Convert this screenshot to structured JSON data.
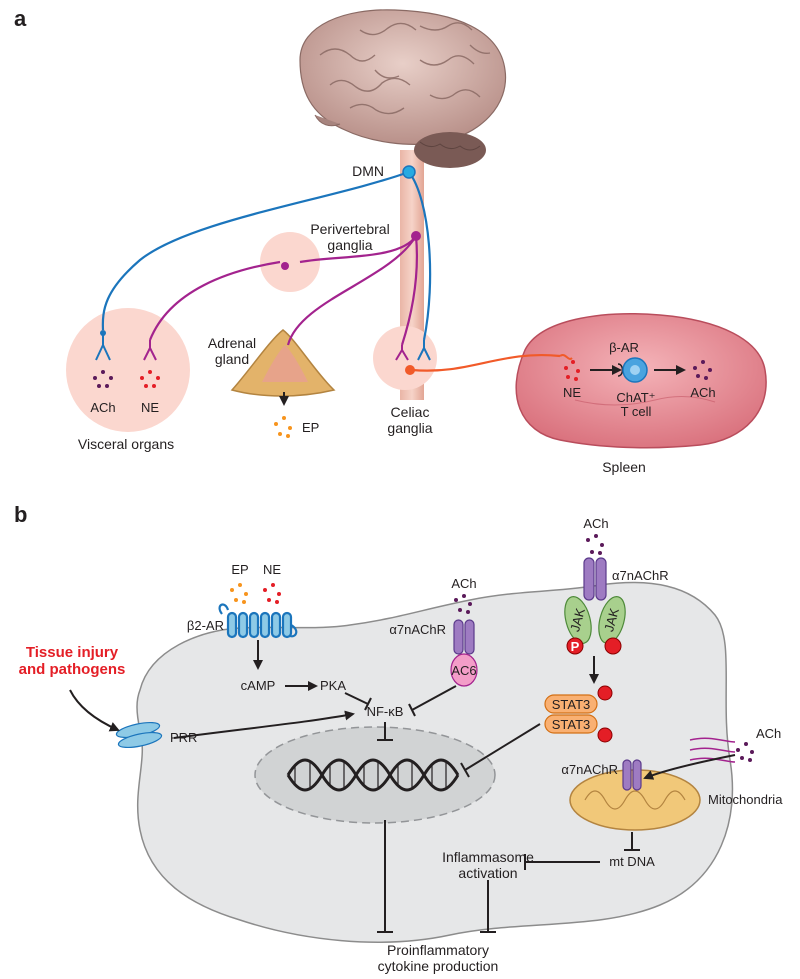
{
  "panel_a": {
    "panel_label": "a",
    "labels": {
      "dmn": "DMN",
      "perivertebral_1": "Perivertebral",
      "perivertebral_2": "ganglia",
      "adrenal_1": "Adrenal",
      "adrenal_2": "gland",
      "ep": "EP",
      "ach": "ACh",
      "ne": "NE",
      "visceral": "Visceral organs",
      "celiac_1": "Celiac",
      "celiac_2": "ganglia",
      "spleen": "Spleen",
      "spleen_ne": "NE",
      "beta_ar": "β-AR",
      "chat_1": "ChAT⁺",
      "chat_2": "T cell",
      "spleen_ach": "ACh"
    }
  },
  "panel_b": {
    "panel_label": "b",
    "labels": {
      "tissue_1": "Tissue injury",
      "tissue_2": "and pathogens",
      "ep": "EP",
      "ne": "NE",
      "b2ar": "β2-AR",
      "camp": "cAMP",
      "pka": "PKA",
      "prr": "PRR",
      "nfkb": "NF-κB",
      "ach_1": "ACh",
      "a7_1": "α7nAChR",
      "ac6": "AC6",
      "ach_2": "ACh",
      "a7_2": "α7nAChR",
      "jak_l": "JAK",
      "jak_r": "JAK",
      "p": "P",
      "stat3_a": "STAT3",
      "stat3_b": "STAT3",
      "ach_3": "ACh",
      "a7_3": "α7nAChR",
      "mito": "Mitochondria",
      "mtdna": "mt DNA",
      "inflam_1": "Inflammasome",
      "inflam_2": "activation",
      "pro_1": "Proinflammatory",
      "pro_2": "cytokine production"
    }
  },
  "colors": {
    "vagal_blue": "#1b75bc",
    "sympathetic_magenta": "#a3238e",
    "splenic_orange": "#f15a29",
    "highlight_red": "#e41e26",
    "cell_gray": "#e6e7e8"
  }
}
